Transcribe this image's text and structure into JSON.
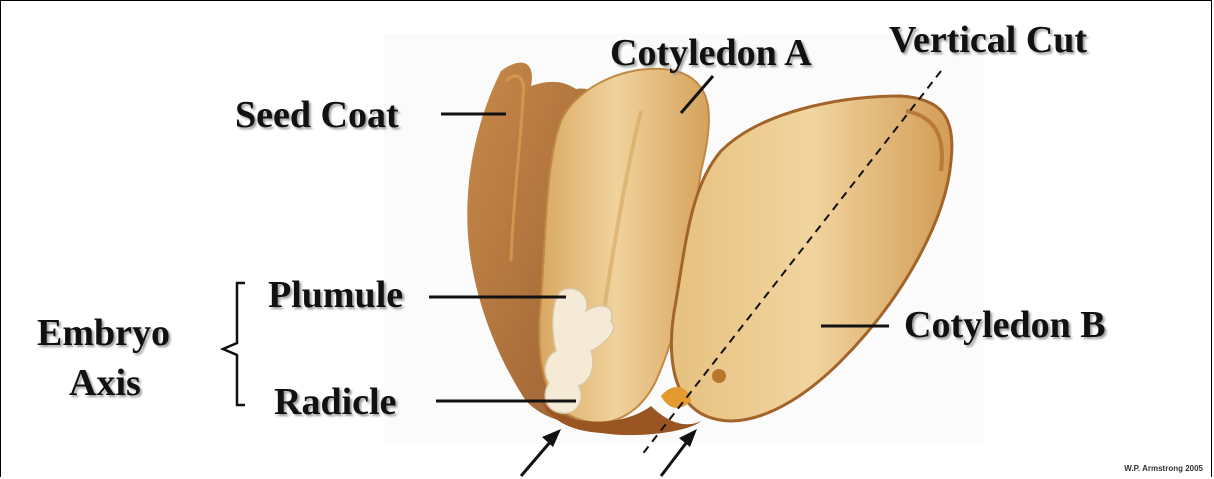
{
  "labels": {
    "seed_coat": "Seed Coat",
    "cotyledon_a": "Cotyledon A",
    "vertical_cut": "Vertical Cut",
    "embryo_axis": "Embryo Axis",
    "embryo": "Embryo",
    "axis": "Axis",
    "plumule": "Plumule",
    "radicle": "Radicle",
    "cotyledon_b": "Cotyledon B"
  },
  "credit": "W.P. Armstrong 2005",
  "colors": {
    "label_text": "#111111",
    "cotyledon": "#e9c487",
    "cotyledon_shade": "#cf9b52",
    "seed_coat": "#b9702a",
    "embryo_axis": "#f4ead6"
  }
}
